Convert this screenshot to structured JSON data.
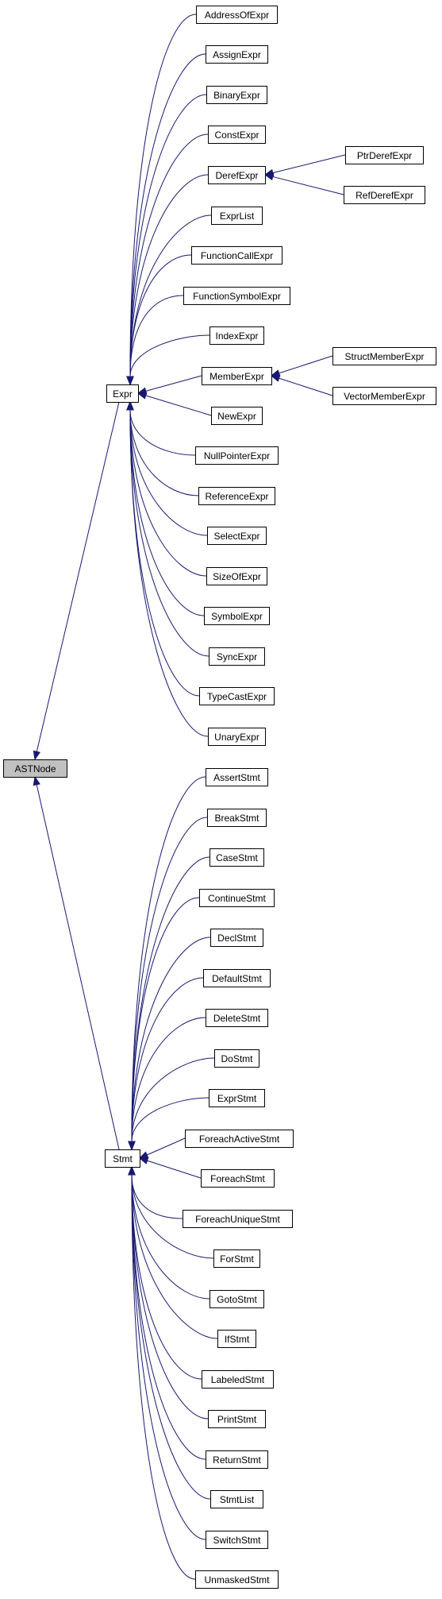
{
  "colors": {
    "edge": "#191970",
    "node_border": "#000000",
    "root_fill": "#c0c0c0",
    "node_fill": "#ffffff"
  },
  "nodes": {
    "ASTNode": "ASTNode",
    "Expr": "Expr",
    "Stmt": "Stmt",
    "AddressOfExpr": "AddressOfExpr",
    "AssignExpr": "AssignExpr",
    "BinaryExpr": "BinaryExpr",
    "ConstExpr": "ConstExpr",
    "DerefExpr": "DerefExpr",
    "ExprList": "ExprList",
    "FunctionCallExpr": "FunctionCallExpr",
    "FunctionSymbolExpr": "FunctionSymbolExpr",
    "IndexExpr": "IndexExpr",
    "MemberExpr": "MemberExpr",
    "NewExpr": "NewExpr",
    "NullPointerExpr": "NullPointerExpr",
    "ReferenceExpr": "ReferenceExpr",
    "SelectExpr": "SelectExpr",
    "SizeOfExpr": "SizeOfExpr",
    "SymbolExpr": "SymbolExpr",
    "SyncExpr": "SyncExpr",
    "TypeCastExpr": "TypeCastExpr",
    "UnaryExpr": "UnaryExpr",
    "PtrDerefExpr": "PtrDerefExpr",
    "RefDerefExpr": "RefDerefExpr",
    "StructMemberExpr": "StructMemberExpr",
    "VectorMemberExpr": "VectorMemberExpr",
    "AssertStmt": "AssertStmt",
    "BreakStmt": "BreakStmt",
    "CaseStmt": "CaseStmt",
    "ContinueStmt": "ContinueStmt",
    "DeclStmt": "DeclStmt",
    "DefaultStmt": "DefaultStmt",
    "DeleteStmt": "DeleteStmt",
    "DoStmt": "DoStmt",
    "ExprStmt": "ExprStmt",
    "ForeachActiveStmt": "ForeachActiveStmt",
    "ForeachStmt": "ForeachStmt",
    "ForeachUniqueStmt": "ForeachUniqueStmt",
    "ForStmt": "ForStmt",
    "GotoStmt": "GotoStmt",
    "IfStmt": "IfStmt",
    "LabeledStmt": "LabeledStmt",
    "PrintStmt": "PrintStmt",
    "ReturnStmt": "ReturnStmt",
    "StmtList": "StmtList",
    "SwitchStmt": "SwitchStmt",
    "UnmaskedStmt": "UnmaskedStmt"
  },
  "edges": [
    [
      "Expr",
      "ASTNode"
    ],
    [
      "Stmt",
      "ASTNode"
    ],
    [
      "AddressOfExpr",
      "Expr"
    ],
    [
      "AssignExpr",
      "Expr"
    ],
    [
      "BinaryExpr",
      "Expr"
    ],
    [
      "ConstExpr",
      "Expr"
    ],
    [
      "DerefExpr",
      "Expr"
    ],
    [
      "ExprList",
      "Expr"
    ],
    [
      "FunctionCallExpr",
      "Expr"
    ],
    [
      "FunctionSymbolExpr",
      "Expr"
    ],
    [
      "IndexExpr",
      "Expr"
    ],
    [
      "MemberExpr",
      "Expr"
    ],
    [
      "NewExpr",
      "Expr"
    ],
    [
      "NullPointerExpr",
      "Expr"
    ],
    [
      "ReferenceExpr",
      "Expr"
    ],
    [
      "SelectExpr",
      "Expr"
    ],
    [
      "SizeOfExpr",
      "Expr"
    ],
    [
      "SymbolExpr",
      "Expr"
    ],
    [
      "SyncExpr",
      "Expr"
    ],
    [
      "TypeCastExpr",
      "Expr"
    ],
    [
      "UnaryExpr",
      "Expr"
    ],
    [
      "PtrDerefExpr",
      "DerefExpr"
    ],
    [
      "RefDerefExpr",
      "DerefExpr"
    ],
    [
      "StructMemberExpr",
      "MemberExpr"
    ],
    [
      "VectorMemberExpr",
      "MemberExpr"
    ],
    [
      "AssertStmt",
      "Stmt"
    ],
    [
      "BreakStmt",
      "Stmt"
    ],
    [
      "CaseStmt",
      "Stmt"
    ],
    [
      "ContinueStmt",
      "Stmt"
    ],
    [
      "DeclStmt",
      "Stmt"
    ],
    [
      "DefaultStmt",
      "Stmt"
    ],
    [
      "DeleteStmt",
      "Stmt"
    ],
    [
      "DoStmt",
      "Stmt"
    ],
    [
      "ExprStmt",
      "Stmt"
    ],
    [
      "ForeachActiveStmt",
      "Stmt"
    ],
    [
      "ForeachStmt",
      "Stmt"
    ],
    [
      "ForeachUniqueStmt",
      "Stmt"
    ],
    [
      "ForStmt",
      "Stmt"
    ],
    [
      "GotoStmt",
      "Stmt"
    ],
    [
      "IfStmt",
      "Stmt"
    ],
    [
      "LabeledStmt",
      "Stmt"
    ],
    [
      "PrintStmt",
      "Stmt"
    ],
    [
      "ReturnStmt",
      "Stmt"
    ],
    [
      "StmtList",
      "Stmt"
    ],
    [
      "SwitchStmt",
      "Stmt"
    ],
    [
      "UnmaskedStmt",
      "Stmt"
    ]
  ]
}
